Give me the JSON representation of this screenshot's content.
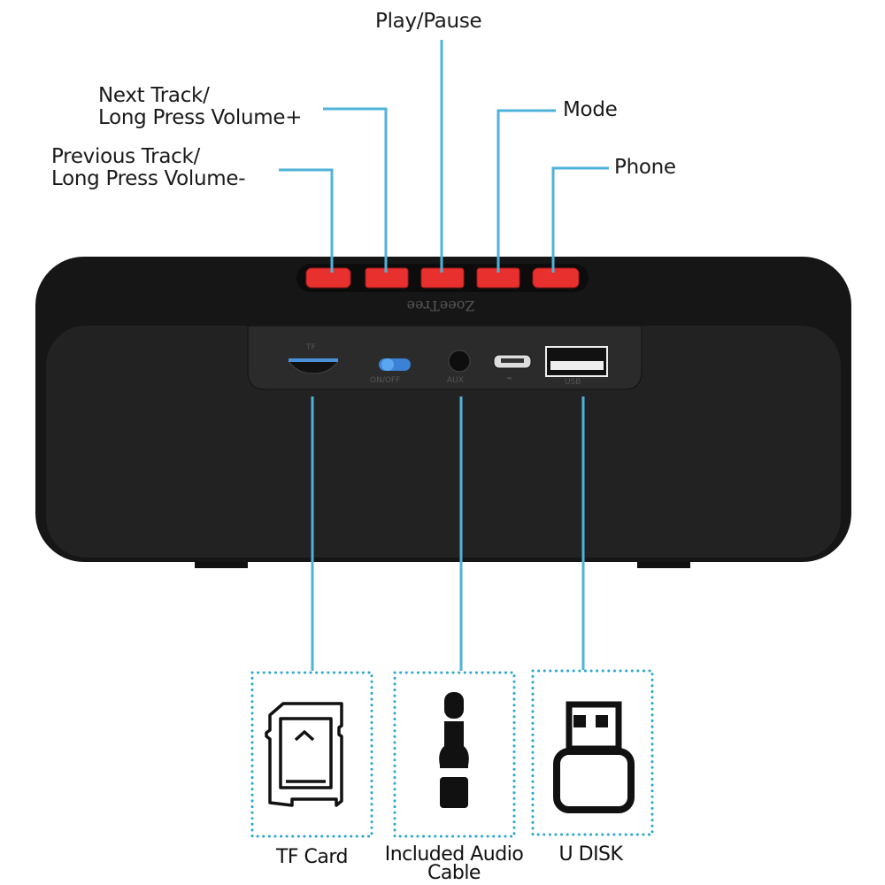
{
  "callouts": {
    "play_pause": "Play/Pause",
    "next_track": [
      "Next Track/",
      "Long Press Volume+"
    ],
    "previous_track": [
      "Previous Track/",
      "Long Press Volume-"
    ],
    "mode": "Mode",
    "phone": "Phone"
  },
  "ports": {
    "tf": "TF",
    "switch": "ON/OFF",
    "aux": "AUX",
    "micro_usb": "⌁",
    "usb": "USB"
  },
  "brand_logo": "ZoeeTree",
  "accessories": [
    {
      "label": "TF Card",
      "icon": "sd-card-icon"
    },
    {
      "label": "Included Audio Cable",
      "line1": "Included Audio",
      "line2": "Cable",
      "icon": "audio-jack-icon"
    },
    {
      "label": "U DISK",
      "icon": "usb-drive-icon"
    }
  ],
  "colors": {
    "accent_line": "#4fb3d9",
    "button_red": "#e8312f",
    "body": "#1b1b1b"
  }
}
